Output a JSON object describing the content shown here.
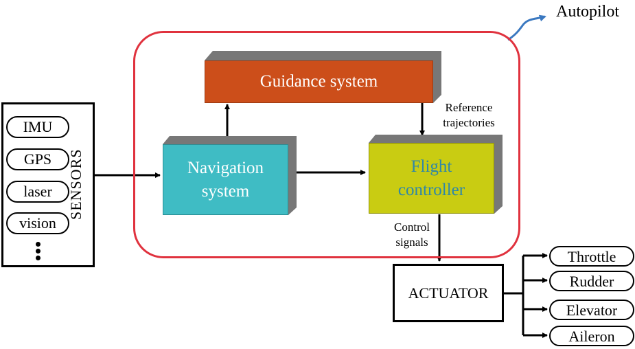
{
  "autopilot": {
    "label": "Autopilot"
  },
  "sensors": {
    "title": "SENSORS",
    "items": [
      "IMU",
      "GPS",
      "laser",
      "vision"
    ]
  },
  "blocks": {
    "guidance": "Guidance system",
    "navigation_line1": "Navigation",
    "navigation_line2": "system",
    "flight_line1": "Flight",
    "flight_line2": "controller"
  },
  "annotations": {
    "reference_line1": "Reference",
    "reference_line2": "trajectories",
    "control_line1": "Control",
    "control_line2": "signals"
  },
  "actuator": {
    "label": "ACTUATOR",
    "outputs": [
      "Throttle",
      "Rudder",
      "Elevator",
      "Aileron"
    ]
  },
  "colors": {
    "autopilot_frame": "#e0323e",
    "guidance_fill": "#cc4e1a",
    "navigation_fill": "#3fbcc4",
    "flight_fill": "#c9cc12",
    "flight_text": "#2f87a8",
    "block_shadow": "#777777",
    "autopilot_pointer": "#3a78c0"
  }
}
